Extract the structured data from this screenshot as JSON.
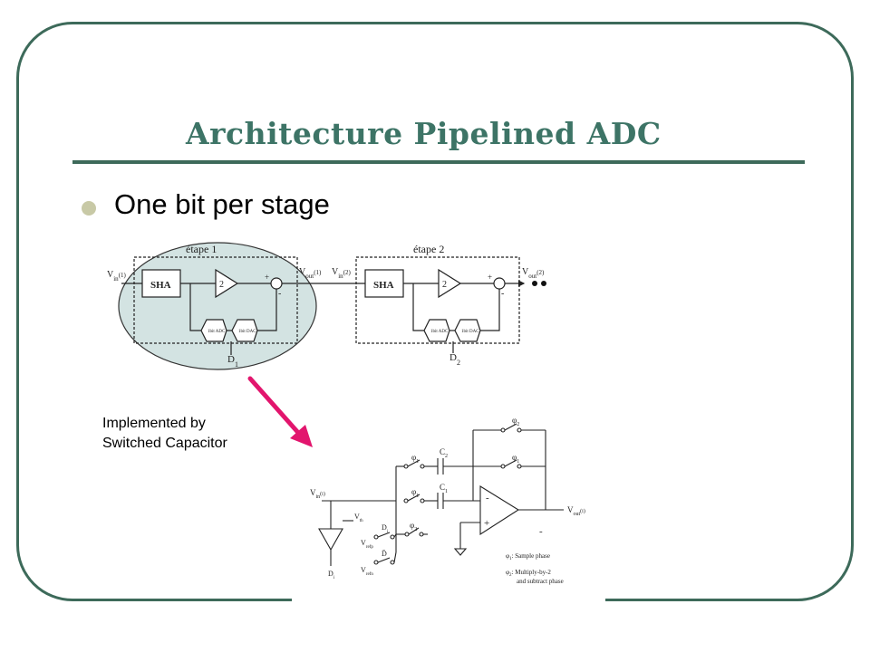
{
  "slide": {
    "title": "Architecture Pipelined ADC",
    "bullet": "One bit per stage",
    "caption_line1": "Implemented by",
    "caption_line2": "Switched Capacitor"
  },
  "colors": {
    "frame": "#3d6a5a",
    "title": "#3d7466",
    "bullet": "#c8c9a6",
    "highlight_fill": "#d3e3e2",
    "arrow": "#e2156d"
  },
  "pipeline": {
    "stage1_label": "étape 1",
    "stage2_label": "étape 2",
    "sha_label": "SHA",
    "gain_label": "2",
    "vin1": "V",
    "vin1_sub": "in",
    "vin1_idx": "(1)",
    "vout1": "V",
    "vout1_sub": "out",
    "vout1_idx": "(1)",
    "vin2_idx": "(2)",
    "vout2_idx": "(2)",
    "d1": "D",
    "d1_sub": "1",
    "d2": "D",
    "d2_sub": "2",
    "plus": "+",
    "minus": "-",
    "adc_label": "1bit ADC",
    "dac_label": "1bit DAC"
  },
  "switched_cap": {
    "vin": "V",
    "vin_sub": "in",
    "vin_idx": "(i)",
    "vout": "V",
    "vout_sub": "out",
    "vout_idx": "(i)",
    "c1": "C",
    "c1_sub": "1",
    "c2": "C",
    "c2_sub": "2",
    "phi1": "φ",
    "phi1_sub": "1",
    "phi2": "φ",
    "phi2_sub": "2",
    "vth": "V",
    "vth_sub": "th",
    "vrefp": "V",
    "vrefp_sub": "refp",
    "vrefn": "V",
    "vrefn_sub": "refn",
    "di": "D",
    "di_sub": "i",
    "di_bar": "D̄",
    "legend1": ": Sample phase",
    "legend2a": ": Multiply-by-2",
    "legend2b": "and subtract phase"
  }
}
